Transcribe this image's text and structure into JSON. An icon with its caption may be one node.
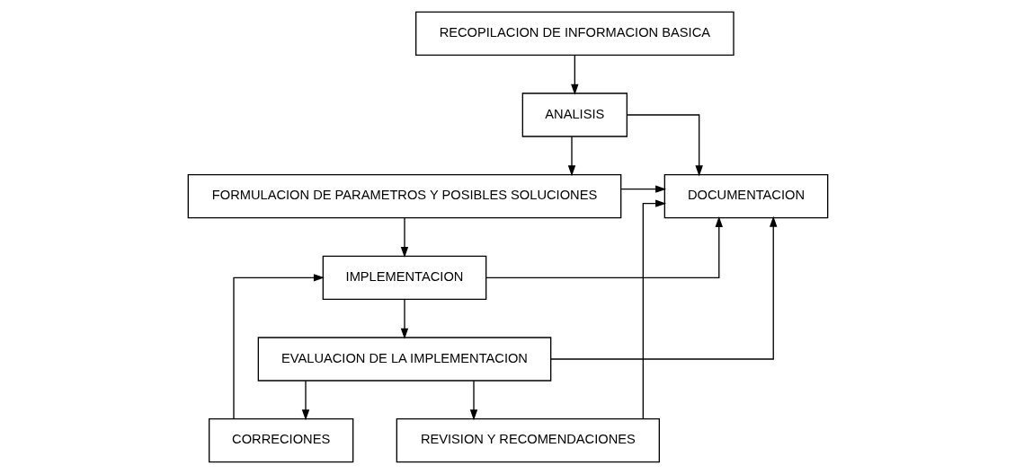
{
  "diagram": {
    "nodes": [
      {
        "text": [
          "RECOPILACION DE INFORMACION BASICA"
        ]
      },
      {
        "text": [
          "ANALISIS"
        ]
      },
      {
        "text": [
          "DOCUMENTACION"
        ]
      },
      {
        "text": [
          "FORMULACION DE PARAMETROS Y POSIBLES SOLUCIONES"
        ]
      },
      {
        "text": [
          "IMPLEMENTACION"
        ]
      },
      {
        "text": [
          "CORRECIONES"
        ]
      },
      {
        "text": [
          "EVALUACION DE LA IMPLEMENTACION"
        ]
      },
      {
        "text": [
          "REVISION Y RECOMENDACIONES"
        ]
      }
    ],
    "edges": [
      {
        "from": 0,
        "to": 1,
        "arrow": "to"
      },
      {
        "from": 1,
        "to": 2,
        "arrow": "to"
      },
      {
        "from": 1,
        "to": 3,
        "arrow": "to"
      },
      {
        "from": 3,
        "to": 2,
        "arrow": "to"
      },
      {
        "from": 3,
        "to": 4,
        "arrow": "to"
      },
      {
        "from": 5,
        "to": 4,
        "arrow": "to"
      },
      {
        "from": 4,
        "to": 6,
        "arrow": "to"
      },
      {
        "from": 6,
        "to": 5,
        "arrow": "to"
      },
      {
        "from": 6,
        "to": 7,
        "arrow": "to"
      },
      {
        "from": 4,
        "to": 2,
        "arrow": "to"
      },
      {
        "from": 6,
        "to": 2,
        "arrow": "to"
      },
      {
        "from": 7,
        "to": 2,
        "arrow": "to"
      }
    ]
  }
}
